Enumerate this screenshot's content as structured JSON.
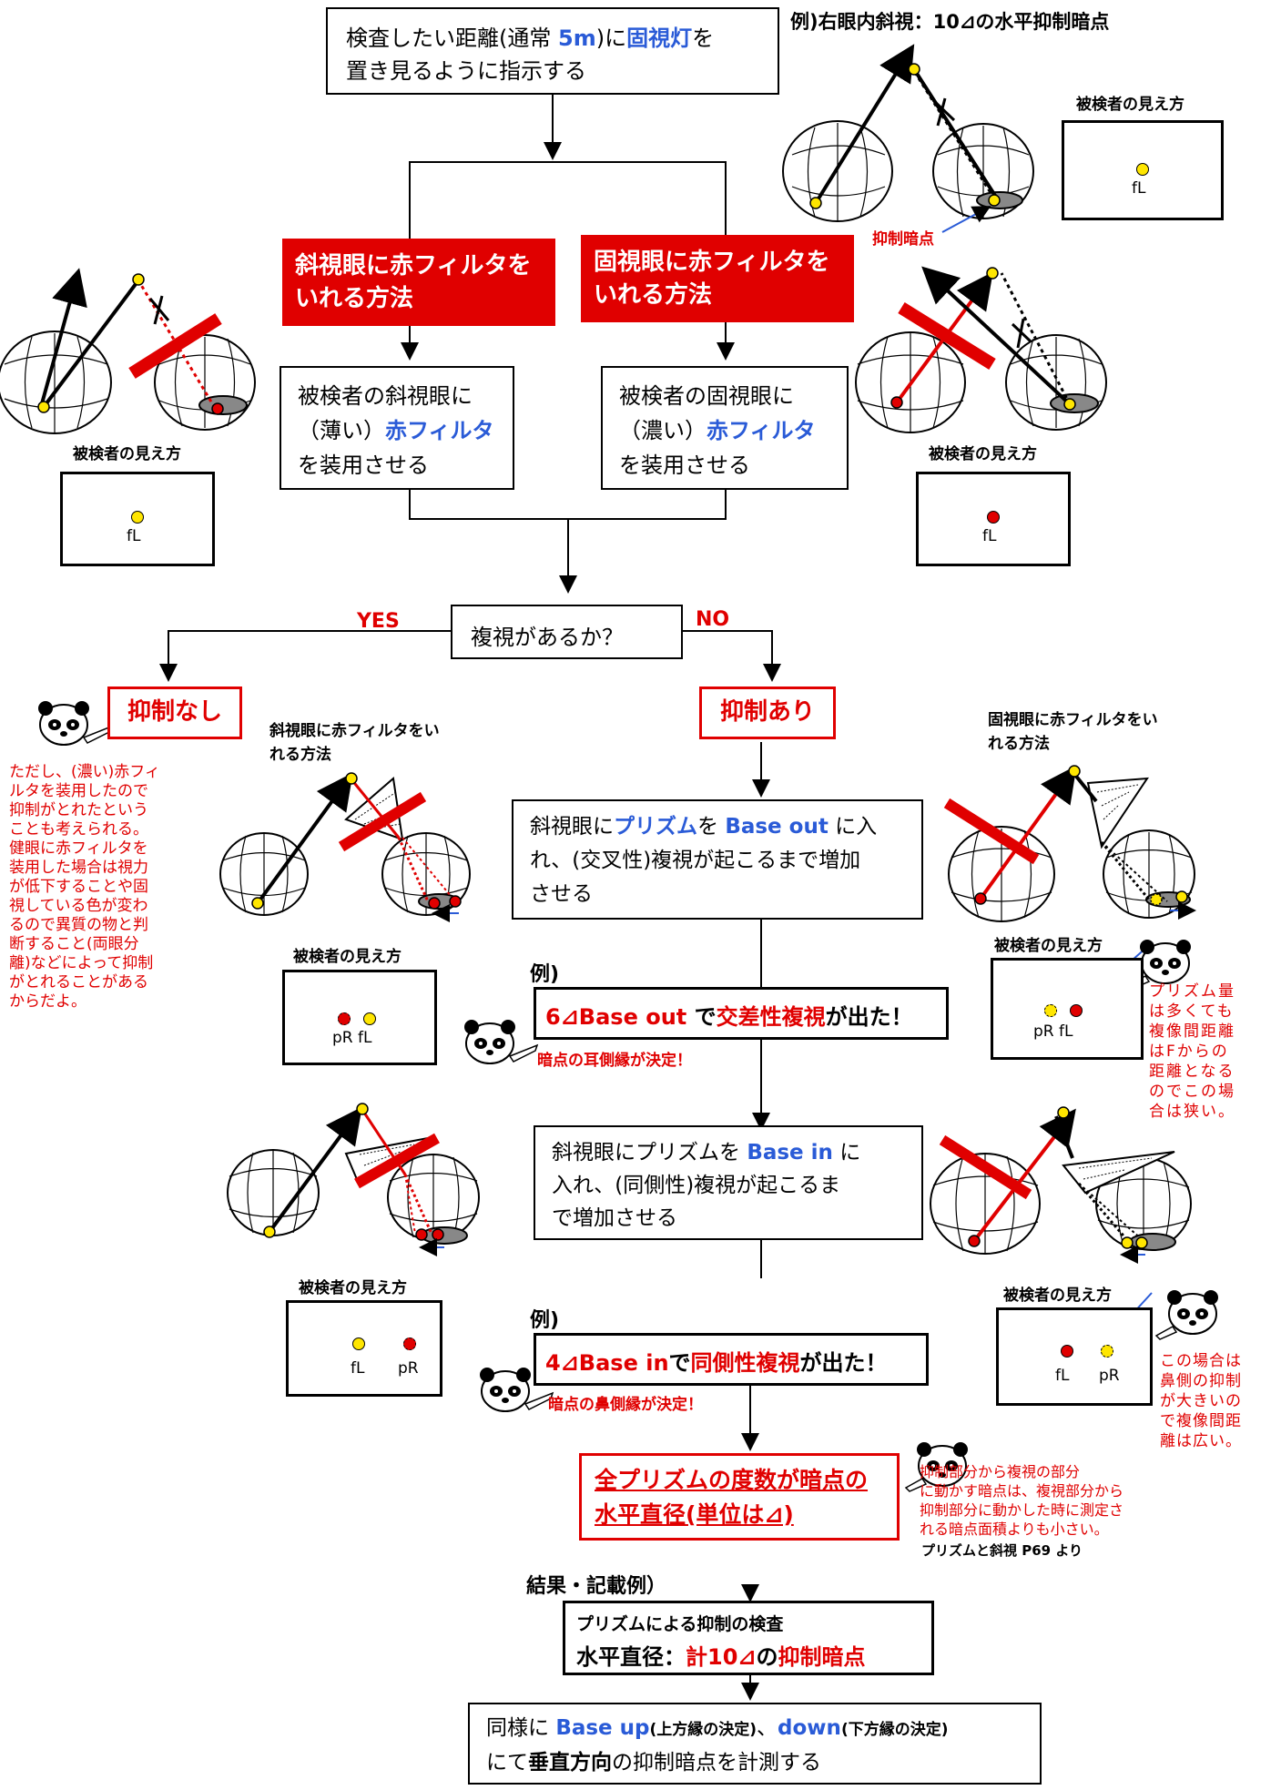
{
  "top_box": {
    "p1": "検査したい距離(通常 ",
    "hl1": "5m",
    "p2": ")に",
    "hl2": "固視灯",
    "p3": "を",
    "line2": "置き見るように指示する"
  },
  "example_title": "例)右眼内斜視：10⊿の水平抑制暗点",
  "viewer_label": "被検者の見え方",
  "suppression_scotoma_label": "抑制暗点",
  "left_method": "斜視眼に赤フィルタを\nいれる方法",
  "right_method": "固視眼に赤フィルタを\nいれる方法",
  "left_instr": {
    "l1": "被検者の斜視眼に",
    "l2a": "（薄い）",
    "l2b": "赤フィルタ",
    "l3": "を装用させる"
  },
  "right_instr": {
    "l1": "被検者の固視眼に",
    "l2a": "（濃い）",
    "l2b": "赤フィルタ",
    "l3": "を装用させる"
  },
  "fL": "fL",
  "pR": "pR",
  "pRfL": "pR fL",
  "question": "複視があるか？",
  "yes": "YES",
  "no": "NO",
  "no_suppression": "抑制なし",
  "with_suppression": "抑制あり",
  "note_left": "ただし、(濃い)赤フィ\nルタを装用したので\n抑制がとれたという\nことも考えられる。\n健眼に赤フィルタを\n装用した場合は視力\nが低下することや固\n視している色が変わ\nるので異質の物と判\n断すること(両眼分\n離)などによって抑制\nがとれることがある\nからだよ。",
  "mid_left_method": "斜視眼に赤フィルタをい\nれる方法",
  "mid_right_method": "固視眼に赤フィルタをい\nれる方法",
  "base_out_box": {
    "a": "斜視眼に",
    "b": "プリズム",
    "c": "を ",
    "d": "Base  out",
    "e": " に入\nれ、(交叉性)複視が起こるまで増加\nさせる"
  },
  "ex_label": "例)",
  "result1": {
    "a": "6⊿Base  out",
    "b": " で",
    "c": "交差性複視",
    "d": "が出た！"
  },
  "note_temporal": "暗点の耳側縁が決定！",
  "note_prism": "プリズム量\nは多くても\n複像間距離\nはFからの\n距離となる\nのでこの場\n合は狭い。",
  "base_in_box": {
    "a": "斜視眼にプリズムを ",
    "b": "Base  in",
    "c": " に\n入れ、(同側性)複視が起こるま\nで増加させる"
  },
  "result2": {
    "a": "4⊿Base  in",
    "b": "で",
    "c": "同側性複視",
    "d": "が出た！"
  },
  "note_nasal": "暗点の鼻側縁が決定！",
  "note_nasal_right": "この場合は\n鼻側の抑制\nが大きいの\nで複像間距\n離は広い。",
  "total_box": {
    "a": "全プリズムの度数が",
    "b": "暗点の",
    "c": "水平直径(単位は⊿)"
  },
  "note_small": "抑制部分から複視の部分\nに動かす暗点は、複視部分から\n抑制部分に動かした時に測定さ\nれる暗点面積よりも小さい。",
  "ref": "プリズムと斜視 P69 より",
  "result_label": "結果・記載例）",
  "record": {
    "l1": "プリズムによる抑制の検査",
    "l2a": "水平直径：",
    "l2b": "計10⊿",
    "l2c": "の",
    "l2d": "抑制暗点"
  },
  "final": {
    "a": "同様に ",
    "b": "Base  up",
    "c": "(上方縁の決定)",
    "d": "、",
    "e": "down",
    "f": "(下方縁の決定)",
    "g": "にて",
    "h": "垂直方向",
    "i": "の抑制暗点を計測する"
  },
  "colors": {
    "red": "#e00000",
    "blue": "#2a5bd7",
    "yellow": "#ffe600"
  }
}
